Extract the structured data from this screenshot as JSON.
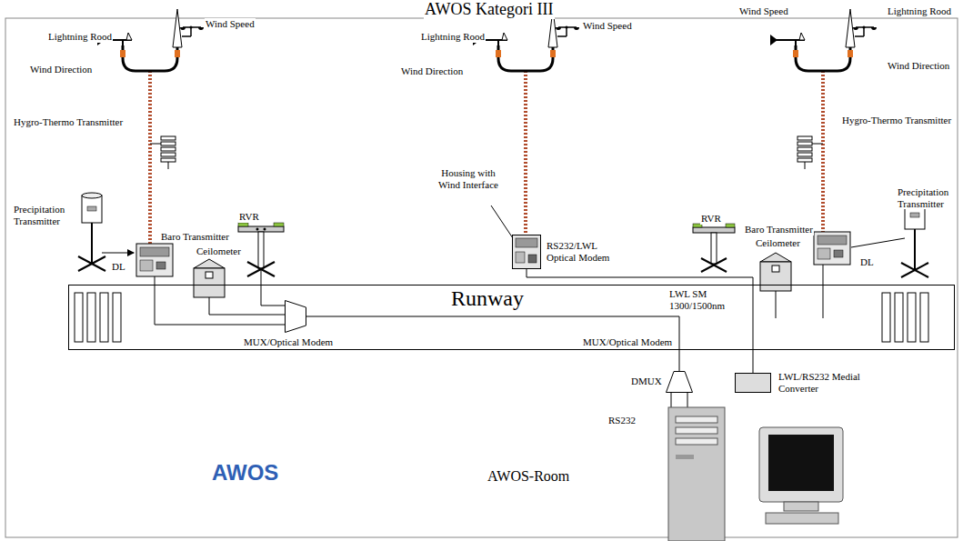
{
  "diagram": {
    "title": "AWOS Kategori III",
    "nodes": [
      {
        "text": [
          "RS232/LWL Optical Modem"
        ]
      },
      {
        "text": [
          "Runway"
        ]
      },
      {
        "text": [
          "MUX/Optical Modem"
        ],
        "in": 1
      },
      {
        "text": [
          "DMUX"
        ]
      },
      {
        "text": [
          "LWL/RS232 Medial Converter"
        ]
      }
    ],
    "edges": [
      {
        "from": 2,
        "to": 3,
        "arrow": "none"
      },
      {
        "from": 0,
        "to": 4,
        "arrow": "none"
      }
    ],
    "labels": [
      "Lightning Rood",
      "Wind Speed",
      "Wind Direction",
      "Hygro-Thermo Transmitter",
      "Precipitation Transmitter",
      "Baro Transmitter",
      "DL",
      "Ceilometer",
      "RVR",
      "Lightning Rood",
      "Wind Speed",
      "Wind Direction",
      "Housing with Wind Interface",
      "Wind Speed",
      "Lightning Rood",
      "Wind Direction",
      "Hygro-Thermo Transmitter",
      "RVR",
      "Baro Transmitter",
      "Ceilometer",
      "Precipitation Transmitter",
      "DL",
      "LWL SM 1300/1500nm",
      "MUX/Optical Modem",
      "RS232",
      "AWOS",
      "AWOS-Room"
    ]
  }
}
